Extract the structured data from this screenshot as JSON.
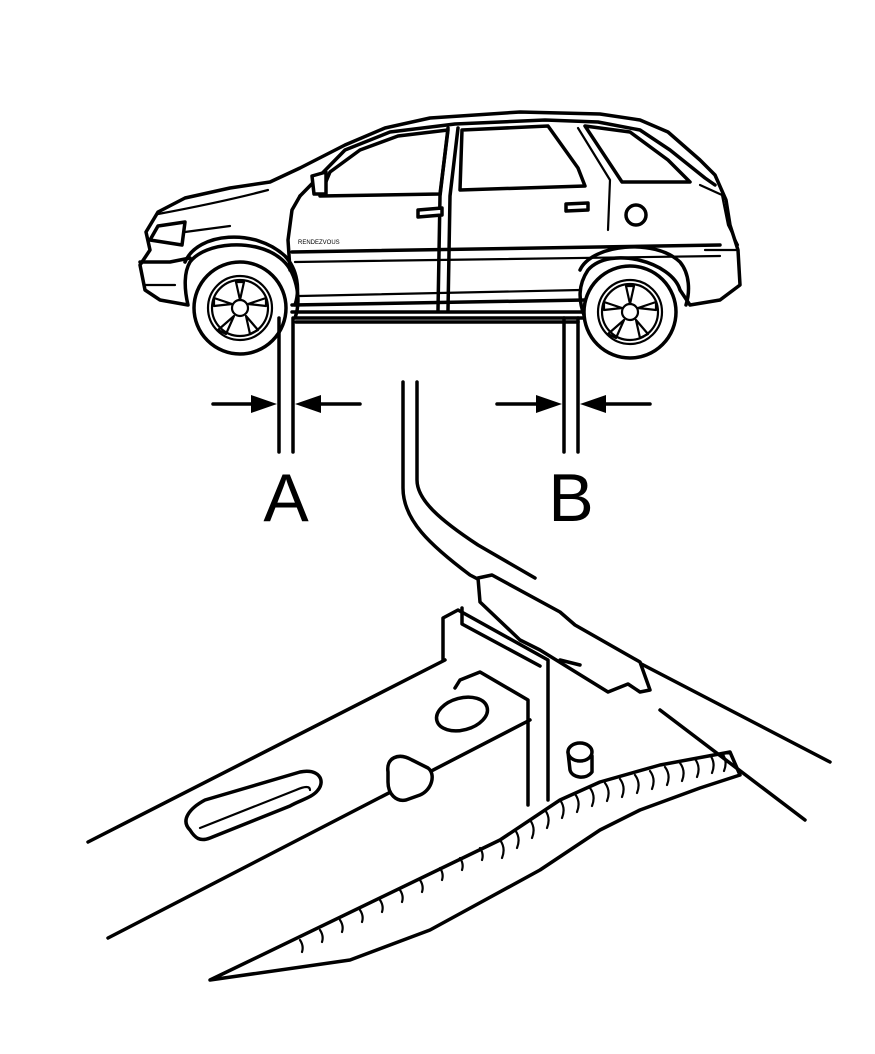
{
  "diagram": {
    "labels": {
      "a": "A",
      "b": "B"
    },
    "vehicle_badge": "RENDEZVOUS"
  }
}
